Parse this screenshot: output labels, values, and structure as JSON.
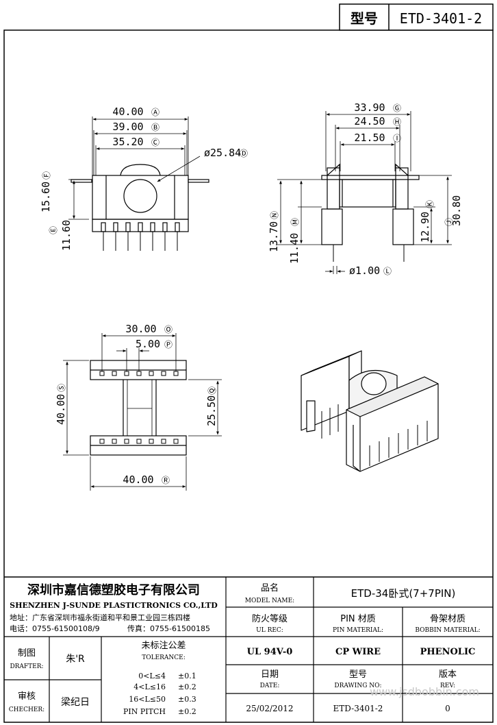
{
  "header": {
    "type_label": "型号",
    "type_value": "ETD-3401-2"
  },
  "dims": {
    "A": "40.00",
    "B": "39.00",
    "C": "35.20",
    "D": "ø25.84",
    "F": "15.60",
    "E": "11.60",
    "G": "33.90",
    "H": "24.50",
    "I": "21.50",
    "K": "12.90",
    "J": "30.80",
    "N": "13.70",
    "M": "11.40",
    "L": "ø1.00",
    "O": "30.00",
    "P": "5.00",
    "S": "40.00",
    "Q": "25.50",
    "R": "40.00"
  },
  "company": {
    "name_cn": "深圳市嘉信德塑胶电子有限公司",
    "name_en": "SHENZHEN J-SUNDE PLASTICTRONICS CO.,LTD",
    "address": "地址：广东省深圳市福永街道和平和景工业园三栋四楼",
    "tel": "电话：0755-61500108/9",
    "fax": "传真：0755-61500185"
  },
  "title_block": {
    "model_label_cn": "品名",
    "model_label_en": "MODEL NAME:",
    "model_value": "ETD-34卧式(7+7PIN)",
    "ul_label_cn": "防火等级",
    "ul_label_en": "UL REC:",
    "ul_value": "UL 94V-0",
    "pin_label_cn": "PIN 材质",
    "pin_label_en": "PIN MATERIAL:",
    "pin_value": "CP WIRE",
    "bobbin_label_cn": "骨架材质",
    "bobbin_label_en": "BOBBIN MATERIAL:",
    "bobbin_value": "PHENOLIC",
    "drafter_label_cn": "制图",
    "drafter_label_en": "DRAFTER:",
    "drafter_value": "朱'R",
    "checker_label_cn": "审核",
    "checker_label_en": "CHECHER:",
    "checker_value": "梁纪日",
    "tol_label_cn": "未标注公差",
    "tol_label_en": "TOLERANCE:",
    "tol_rows": [
      {
        "range": "0<L≤4",
        "value": "±0.1"
      },
      {
        "range": "4<L≤16",
        "value": "±0.2"
      },
      {
        "range": "16<L≤50",
        "value": "±0.3"
      },
      {
        "range": "PIN PITCH",
        "value": "±0.2"
      }
    ],
    "date_label_cn": "日期",
    "date_label_en": "DATE:",
    "date_value": "25/02/2012",
    "drawing_label_cn": "型号",
    "drawing_label_en": "DRAWING NO:",
    "drawing_value": "ETD-3401-2",
    "rev_label_cn": "版本",
    "rev_label_en": "REV:",
    "rev_value": "0"
  },
  "watermark": "www.jsdbobbin.com"
}
